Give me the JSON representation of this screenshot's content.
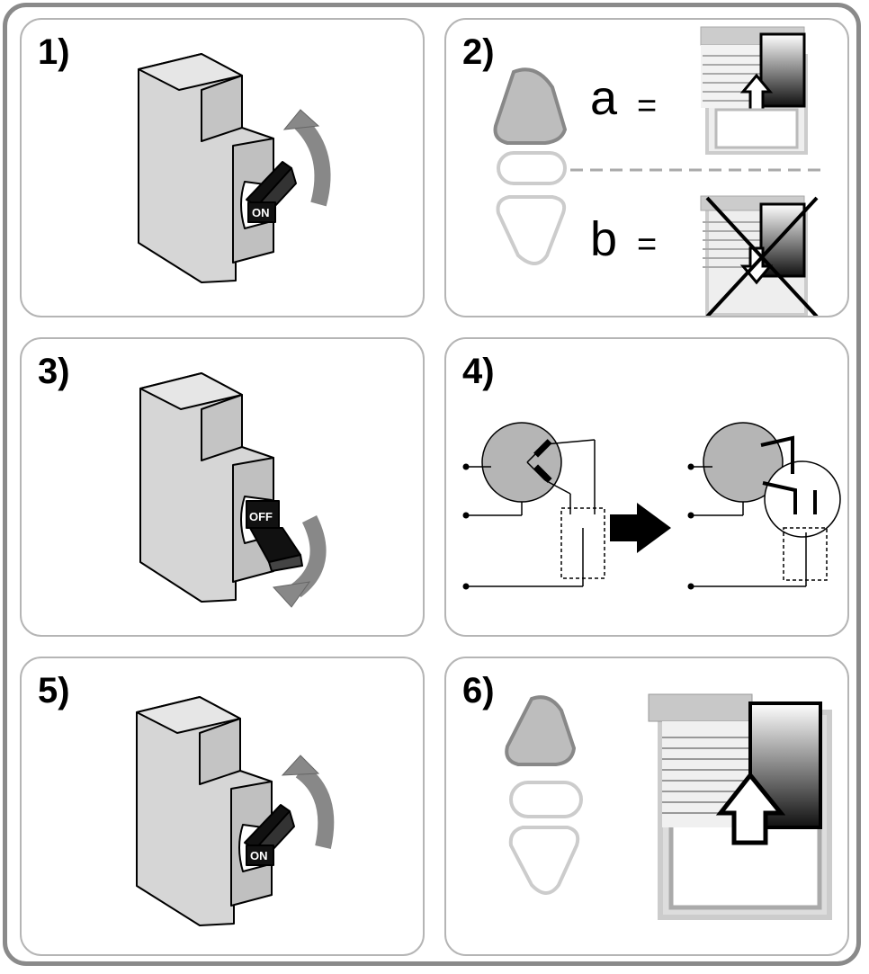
{
  "steps": [
    {
      "number": "1)",
      "switch_state": "ON"
    },
    {
      "number": "2)",
      "legend": [
        {
          "key": "a",
          "eq": "="
        },
        {
          "key": "b",
          "eq": "="
        }
      ]
    },
    {
      "number": "3)",
      "switch_state": "OFF"
    },
    {
      "number": "4)"
    },
    {
      "number": "5)",
      "switch_state": "ON"
    },
    {
      "number": "6)"
    }
  ]
}
